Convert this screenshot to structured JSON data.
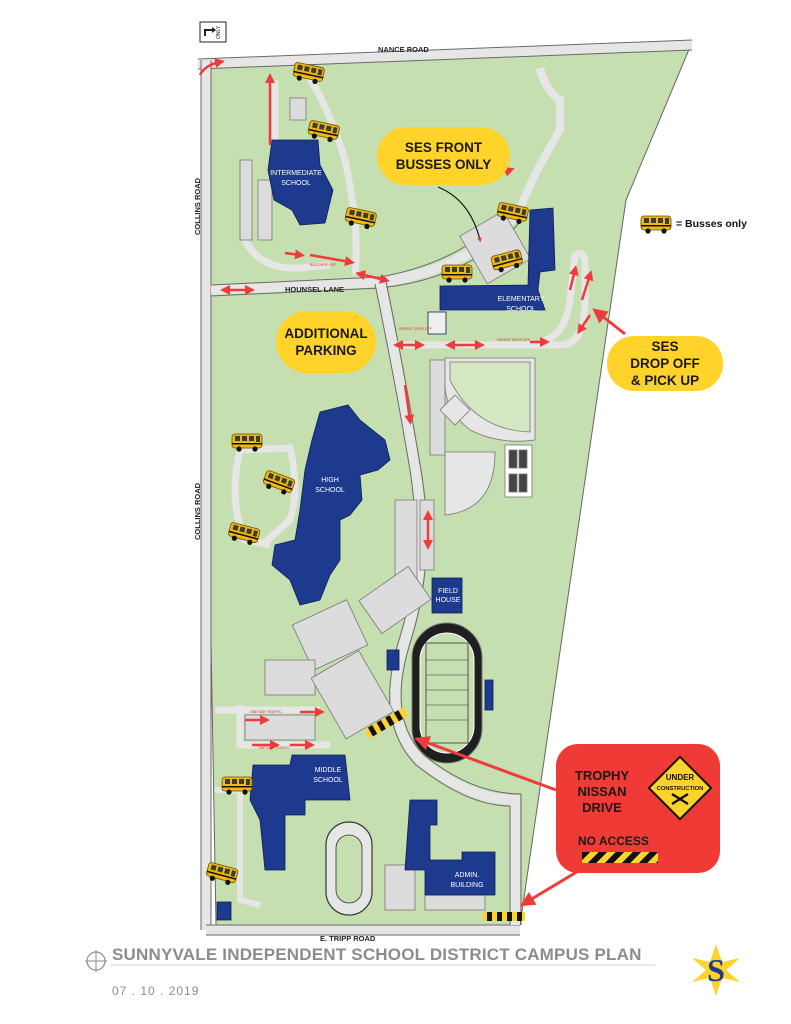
{
  "roads": {
    "nance": "NANCE ROAD",
    "collins_top": "COLLINS ROAD",
    "collins_mid": "COLLINS ROAD",
    "housel": "HOUNSEL LANE",
    "tripp": "E. TRIPP ROAD",
    "only_sign": "ONLY"
  },
  "buildings": {
    "intermediate": [
      "INTERMEDIATE",
      "SCHOOL"
    ],
    "elementary": [
      "ELEMENTARY",
      "SCHOOL"
    ],
    "high": [
      "HIGH",
      "SCHOOL"
    ],
    "field_house": [
      "FIELD",
      "HOUSE"
    ],
    "middle": [
      "MIDDLE",
      "SCHOOL"
    ],
    "admin": [
      "ADMIN.",
      "BUILDING"
    ]
  },
  "callouts": {
    "front_busses": [
      "SES FRONT",
      "BUSSES ONLY"
    ],
    "additional_parking": [
      "ADDITIONAL",
      "PARKING"
    ],
    "dropoff": [
      "SES",
      "DROP OFF",
      "& PICK UP"
    ],
    "trophy": [
      "TROPHY",
      "NISSAN",
      "DRIVE"
    ],
    "no_access": "NO ACCESS",
    "under_construction": [
      "UNDER",
      "CONSTRUCTION"
    ]
  },
  "legend": {
    "text": "= Busses only",
    "icon": "school-bus-icon"
  },
  "footer": {
    "title": "SUNNYVALE INDEPENDENT SCHOOL DISTRICT CAMPUS PLAN",
    "date": "07 . 10 . 2019",
    "logo_letter": "S"
  },
  "colors": {
    "campus_green": "#c6dfb1",
    "building_blue": "#1d3a8e",
    "arrow_red": "#ee3b3b",
    "callout_yellow": "#ffd32a",
    "callout_red": "#f03a36",
    "road_gray": "#e3e3e3"
  }
}
